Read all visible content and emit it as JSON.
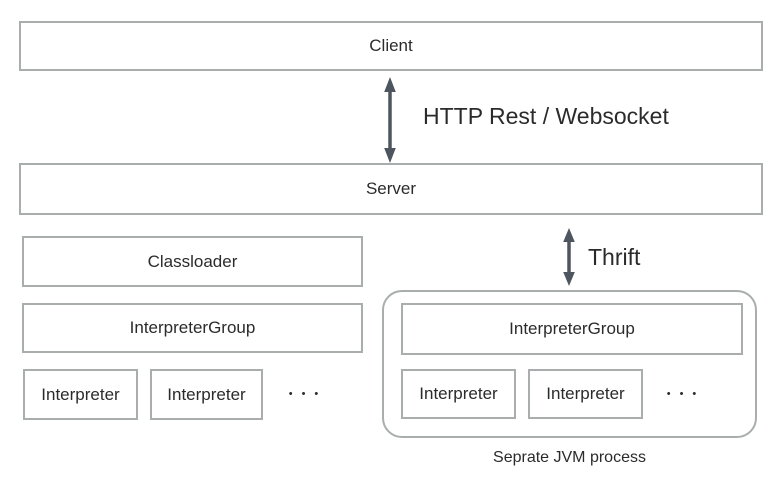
{
  "colors": {
    "border": "#a9adae",
    "arrow": "#4d565e",
    "text": "#2b2b2b"
  },
  "boxes": {
    "client": "Client",
    "server": "Server",
    "classloader": "Classloader",
    "interpreter_group_left": "InterpreterGroup",
    "interpreter_left_1": "Interpreter",
    "interpreter_left_2": "Interpreter",
    "interpreter_group_right": "InterpreterGroup",
    "interpreter_right_1": "Interpreter",
    "interpreter_right_2": "Interpreter"
  },
  "labels": {
    "http": "HTTP Rest / Websocket",
    "thrift": "Thrift",
    "jvm_caption": "Seprate JVM process",
    "ellipsis_left": "•••",
    "ellipsis_right": "•••"
  }
}
